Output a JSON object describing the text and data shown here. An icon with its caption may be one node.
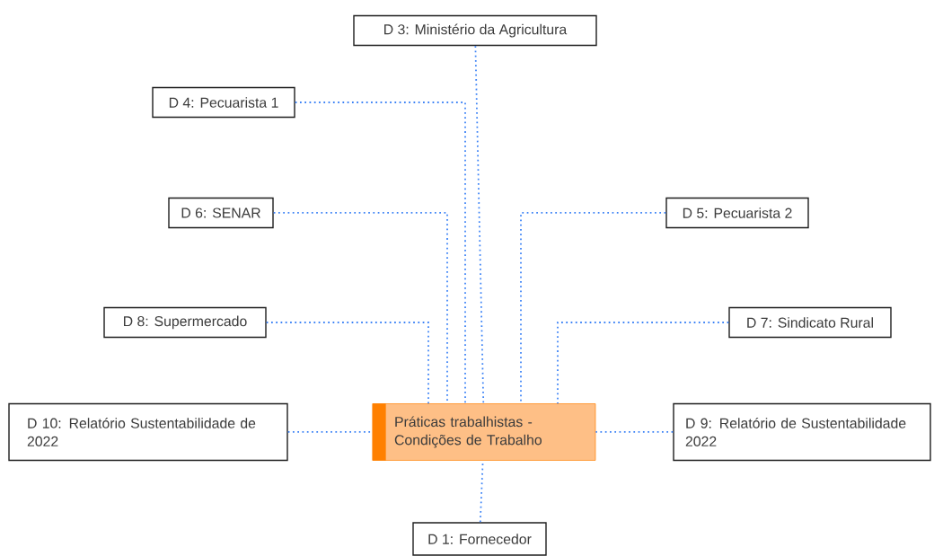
{
  "diagram": {
    "nodes": [
      {
        "text": [
          "D 3: Ministério da Agricultura"
        ]
      },
      {
        "text": [
          "D 4: Pecuarista 1"
        ]
      },
      {
        "text": [
          "D 6: SENAR"
        ]
      },
      {
        "text": [
          "D 5: Pecuarista 2"
        ]
      },
      {
        "text": [
          "D 8: Supermercado"
        ]
      },
      {
        "text": [
          "D 7: Sindicato Rural"
        ]
      },
      {
        "text": [
          "D 10: Relatório Sustentabilidade de 2022"
        ]
      },
      {
        "text": [
          "Práticas trabalhistas - Condições de Trabalho"
        ]
      },
      {
        "text": [
          "D 9: Relatório de Sustentabilidade 2022"
        ]
      },
      {
        "text": [
          "D 1: Fornecedor"
        ]
      }
    ],
    "edges": [
      {
        "from": 0,
        "to": 7,
        "arrow": "none"
      },
      {
        "from": 1,
        "to": 7,
        "arrow": "none"
      },
      {
        "from": 2,
        "to": 7,
        "arrow": "none"
      },
      {
        "from": 3,
        "to": 7,
        "arrow": "none"
      },
      {
        "from": 4,
        "to": 7,
        "arrow": "none"
      },
      {
        "from": 5,
        "to": 7,
        "arrow": "none"
      },
      {
        "from": 6,
        "to": 7,
        "arrow": "none"
      },
      {
        "from": 8,
        "to": 7,
        "arrow": "none"
      },
      {
        "from": 9,
        "to": 7,
        "arrow": "none"
      }
    ]
  }
}
